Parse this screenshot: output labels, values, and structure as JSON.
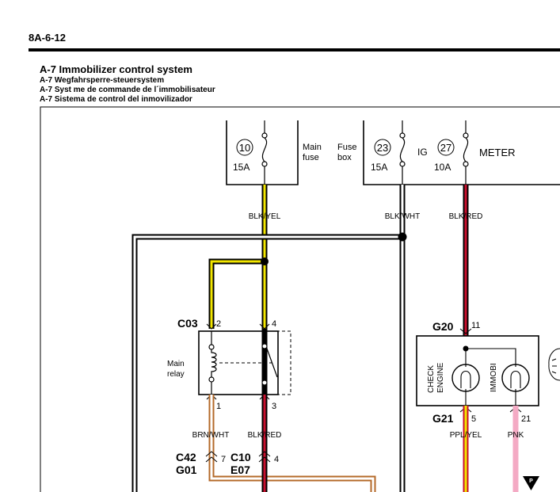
{
  "page_number": "8A-6-12",
  "title": "A-7 Immobilizer control system",
  "subtitles": {
    "de": "A-7 Wegfahrsperre-steuersystem",
    "fr": "A-7 Syst  me de commande de l´immobilisateur",
    "es": "A-7 Sistema de control del inmovilizador"
  },
  "fuses": {
    "main": {
      "number": "10",
      "rating": "15A",
      "label_line1": "Main",
      "label_line2": "fuse"
    },
    "fuse_box": {
      "label_line1": "Fuse",
      "label_line2": "box"
    },
    "ig": {
      "number": "23",
      "rating": "15A",
      "label": "IG"
    },
    "meter": {
      "number": "27",
      "rating": "10A",
      "label": "METER"
    }
  },
  "wires": {
    "blk_yel": "BLK/YEL",
    "blk_wht": "BLK/WHT",
    "blk_red_top": "BLK/RED",
    "brn_wht": "BRN/WHT",
    "blk_red_bottom": "BLK/RED",
    "ppl_yel": "PPL/YEL",
    "pnk": "PNK"
  },
  "wire_colors": {
    "black": "#000000",
    "yellow": "#f2e600",
    "red": "#c8102e",
    "brown": "#b46a2a",
    "pink": "#f4aac4",
    "white": "#ffffff"
  },
  "main_relay": {
    "connector": "C03",
    "pin_left_top": "2",
    "pin_right_top": "4",
    "pin_left_bottom": "1",
    "pin_right_bottom": "3",
    "label_line1": "Main",
    "label_line2": "relay"
  },
  "connectors_bottom": {
    "left_top": "C42",
    "left_bottom": "G01",
    "left_pin": "7",
    "right_top": "C10",
    "right_bottom": "E07",
    "right_pin": "4"
  },
  "meter_cluster": {
    "connector_top": "G20",
    "pin_top": "11",
    "connector_bottom": "G21",
    "pin_bottom_left": "5",
    "pin_bottom_right": "21",
    "lamp1_line1": "CHECK",
    "lamp1_line2": "ENGINE",
    "lamp2": "IMMOBI"
  },
  "marker": "P"
}
